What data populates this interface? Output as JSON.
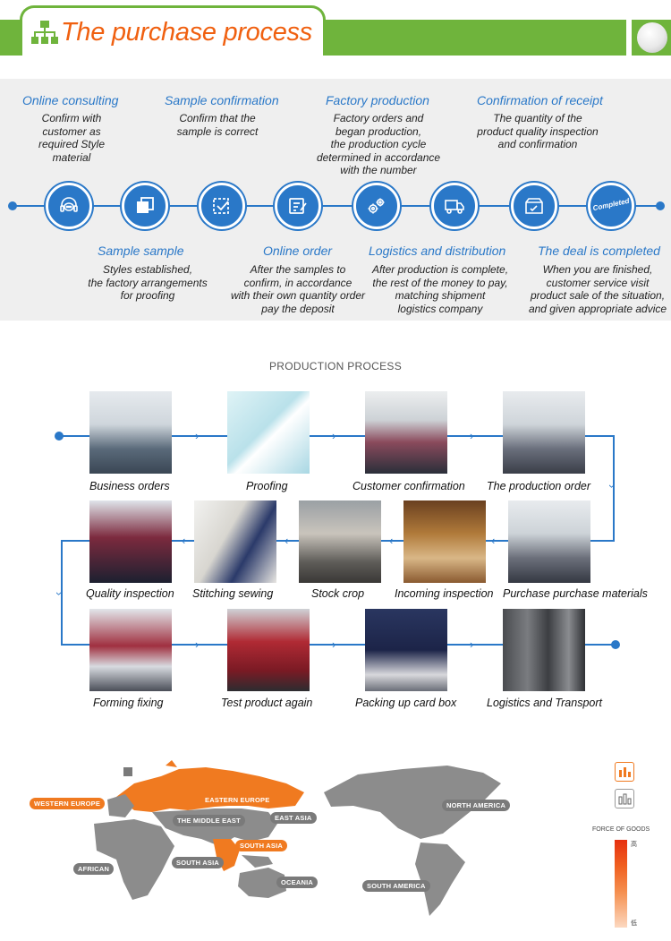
{
  "header": {
    "title": "The purchase process"
  },
  "purchase_steps_top": [
    {
      "title": "Online consulting",
      "desc": "Confirm with\ncustomer as\nrequired Style\nmaterial"
    },
    {
      "title": "Sample confirmation",
      "desc": "Confirm that the\nsample is correct"
    },
    {
      "title": "Factory production",
      "desc": "Factory orders and\nbegan production,\nthe production cycle\ndetermined in accordance\nwith the number"
    },
    {
      "title": "Confirmation of receipt",
      "desc": "The quantity of the\nproduct quality inspection\nand confirmation"
    }
  ],
  "purchase_steps_bottom": [
    {
      "title": "Sample sample",
      "desc": "Styles established,\nthe factory arrangements\nfor proofing"
    },
    {
      "title": "Online order",
      "desc": "After the samples to\nconfirm, in accordance\nwith their own quantity order\npay the deposit"
    },
    {
      "title": "Logistics and distribution",
      "desc": "After production is complete,\nthe rest of the money to pay,\nmatching shipment\nlogistics company"
    },
    {
      "title": "The deal is completed",
      "desc": "When you are finished,\ncustomer service visit\nproduct sale of the situation,\nand given appropriate advice"
    }
  ],
  "completed_badge": "Completed",
  "production": {
    "title": "PRODUCTION PROCESS",
    "row1": [
      "Business orders",
      "Proofing",
      "Customer confirmation",
      "The production order"
    ],
    "row2": [
      "Quality inspection",
      "Stitching sewing",
      "Stock crop",
      "Incoming inspection",
      "Purchase purchase materials"
    ],
    "row3": [
      "Forming fixing",
      "Test product again",
      "Packing up card box",
      "Logistics and Transport"
    ]
  },
  "map": {
    "regions_highlight": [
      "WESTERN EUROPE",
      "EASTERN EUROPE",
      "SOUTH ASIA"
    ],
    "regions_other": [
      "THE MIDDLE EAST",
      "EAST ASIA",
      "AFRICAN",
      "SOUTH ASIA",
      "OCEANIA",
      "NORTH AMERICA",
      "SOUTH AMERICA"
    ],
    "legend_title": "FORCE OF GOODS",
    "legend_high": "高",
    "legend_low": "低"
  },
  "colors": {
    "green": "#6fb43c",
    "orange": "#f06010",
    "blue": "#2a78c8"
  }
}
